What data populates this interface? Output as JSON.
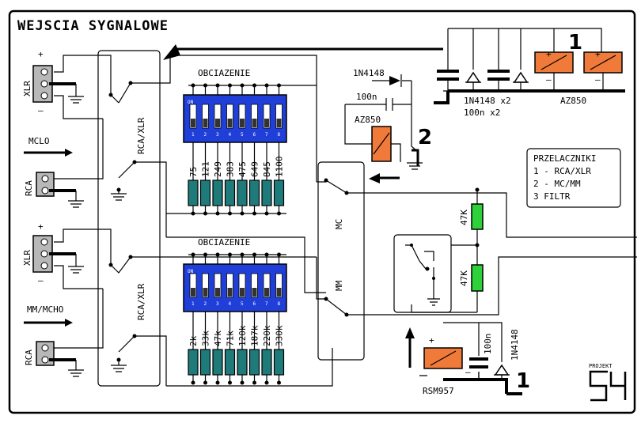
{
  "title": "WEJSCIA SYGNALOWE",
  "inputs": {
    "xlr_top": "XLR",
    "rca_top": "RCA",
    "xlr_bottom": "XLR",
    "rca_bottom": "RCA",
    "mclo": "MCLO",
    "mm_mcho": "MM/MCHO",
    "plus": "+",
    "minus": "–"
  },
  "switch_labels": {
    "rca_xlr_top": "RCA/XLR",
    "rca_xlr_bottom": "RCA/XLR",
    "mc": "MC",
    "mm": "MM"
  },
  "load_top": {
    "title": "OBCIAZENIE",
    "values": [
      "75",
      "121",
      "249",
      "383",
      "475",
      "649",
      "845",
      "1100"
    ]
  },
  "load_bottom": {
    "title": "OBCIAZENIE",
    "values": [
      "2k",
      "33k",
      "47k",
      "71k",
      "120k",
      "187k",
      "220k",
      "330k"
    ]
  },
  "dip_numbers": [
    "1",
    "2",
    "3",
    "4",
    "5",
    "6",
    "7",
    "8"
  ],
  "dip_on": "ON",
  "relay_circuit": {
    "diode": "1N4148",
    "cap": "100n",
    "relay": "AZ850",
    "number": "2"
  },
  "top_right": {
    "number": "1",
    "note_diodes": "1N4148 x2",
    "note_caps": "100n x2",
    "relay": "AZ850",
    "plus": "+",
    "minus": "–"
  },
  "legend": {
    "title": "PRZELACZNIKI",
    "line1": "1 - RCA/XLR",
    "line2": "2 - MC/MM",
    "line3": "3 FILTR"
  },
  "divider": {
    "r1": "47K",
    "r2": "47K"
  },
  "bottom_relay": {
    "cap": "100n",
    "diode": "1N4148",
    "relay": "RSM957",
    "number": "1",
    "plus": "+",
    "minus": "–"
  },
  "logo": {
    "text": "PROJEKT"
  },
  "colors": {
    "dip_blue": "#1f3fd8",
    "resistor_teal": "#1f7a7a",
    "resistor_green": "#2ed13a",
    "relay_orange": "#f07a3a",
    "connector_gray": "#b8b8b8"
  }
}
